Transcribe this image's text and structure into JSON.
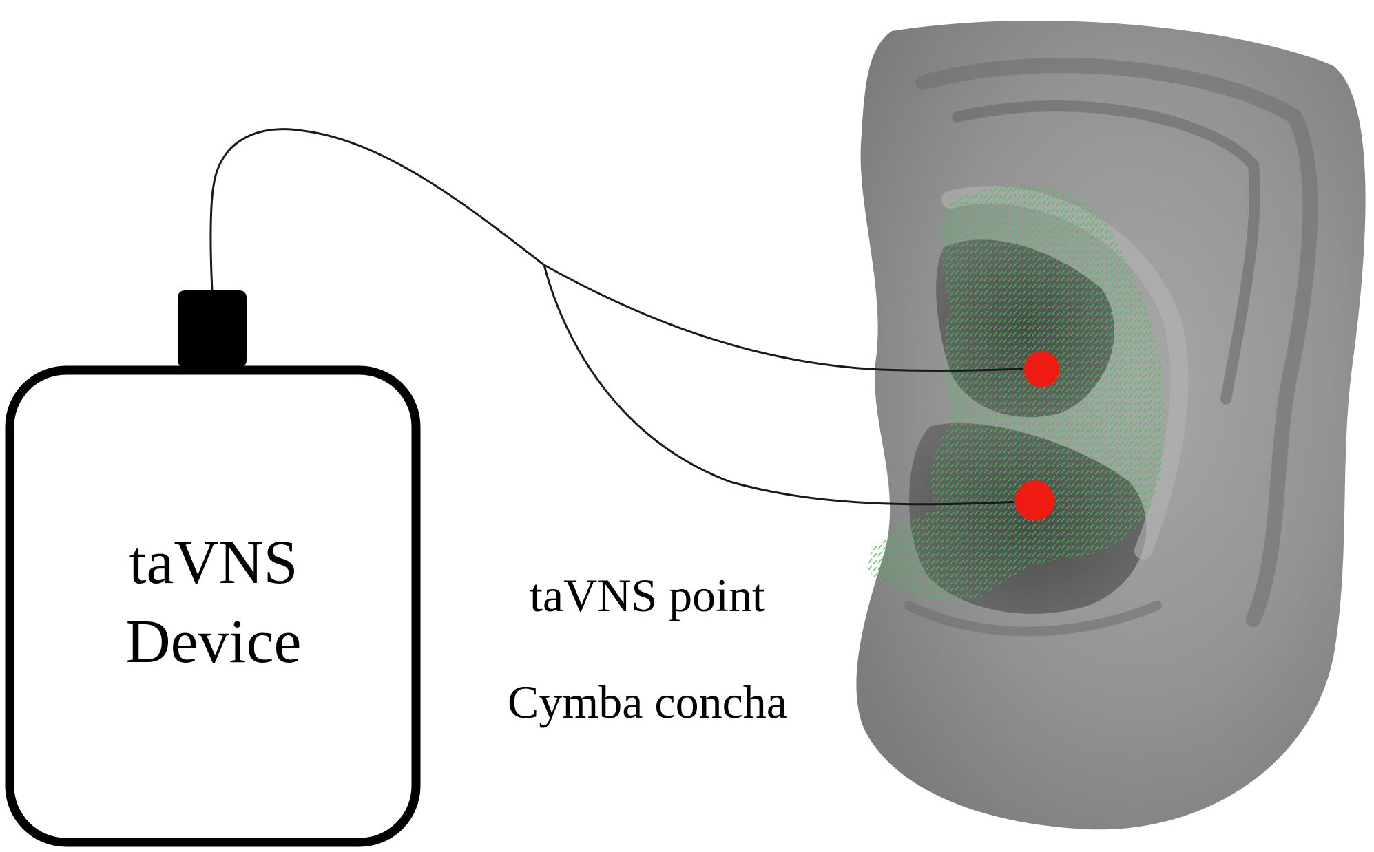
{
  "device": {
    "label_line1": "taVNS",
    "label_line2": "Device"
  },
  "electrode_labels": {
    "line1": "taVNS point",
    "line2": "Cymba concha"
  },
  "colors": {
    "electrode": "#ee1c10",
    "nerve_overlay": "#33cc44",
    "ear_skin": "#8e8e8e",
    "wire": "#1a1a1a"
  },
  "icons": [
    "device-box-icon",
    "ear-image",
    "electrode-dot-icon",
    "nerve-pattern-icon"
  ]
}
